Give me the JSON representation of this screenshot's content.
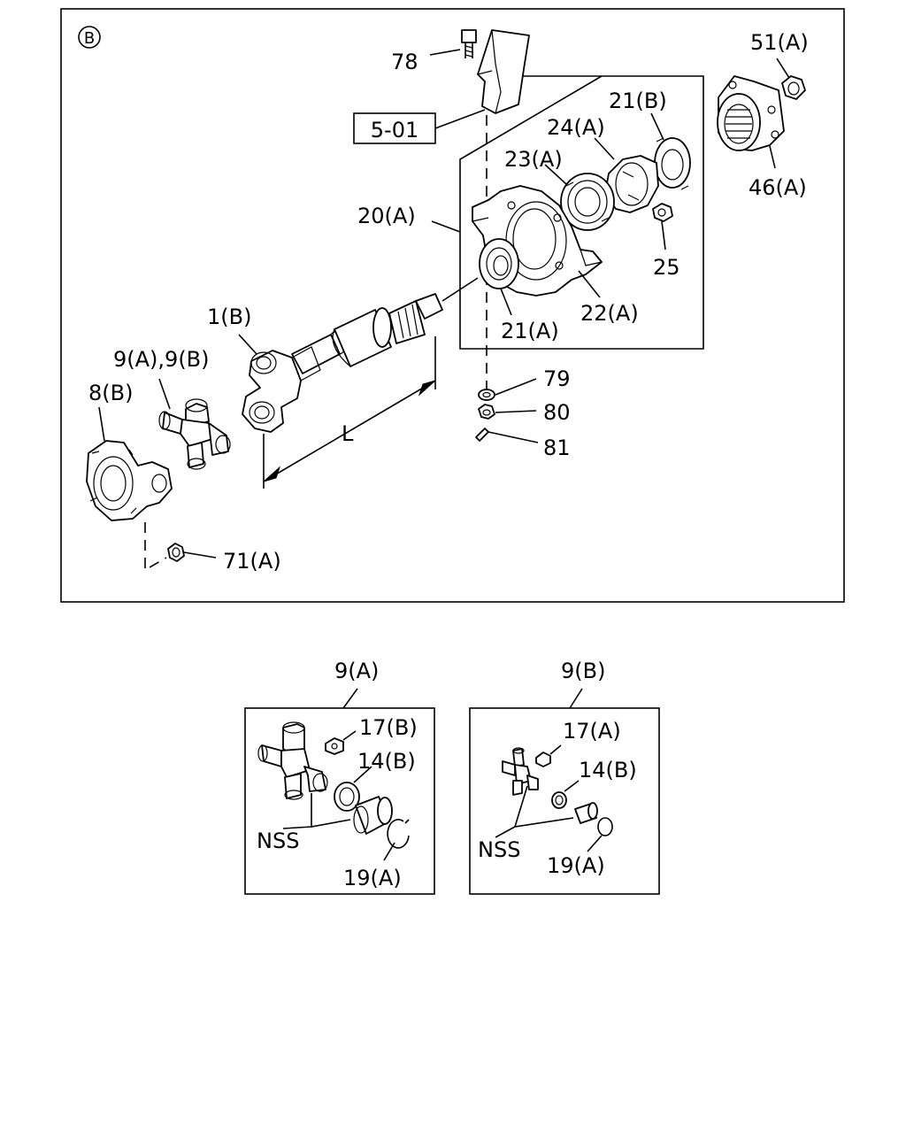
{
  "section_mark": "B",
  "ref_box_label": "5-01",
  "dimension_label": "L",
  "main_labels": {
    "p78": "78",
    "p51a": "51(A)",
    "p21b": "21(B)",
    "p24a": "24(A)",
    "p23a": "23(A)",
    "p20a": "20(A)",
    "p46a": "46(A)",
    "p25": "25",
    "p22a": "22(A)",
    "p21a": "21(A)",
    "p1b": "1(B)",
    "p9a9b": "9(A),9(B)",
    "p8b": "8(B)",
    "p79": "79",
    "p80": "80",
    "p81": "81",
    "p71a": "71(A)"
  },
  "detail_a": {
    "title": "9(A)",
    "p17": "17(B)",
    "p14": "14(B)",
    "nss": "NSS",
    "p19": "19(A)"
  },
  "detail_b": {
    "title": "9(B)",
    "p17": "17(A)",
    "p14": "14(B)",
    "nss": "NSS",
    "p19": "19(A)"
  }
}
